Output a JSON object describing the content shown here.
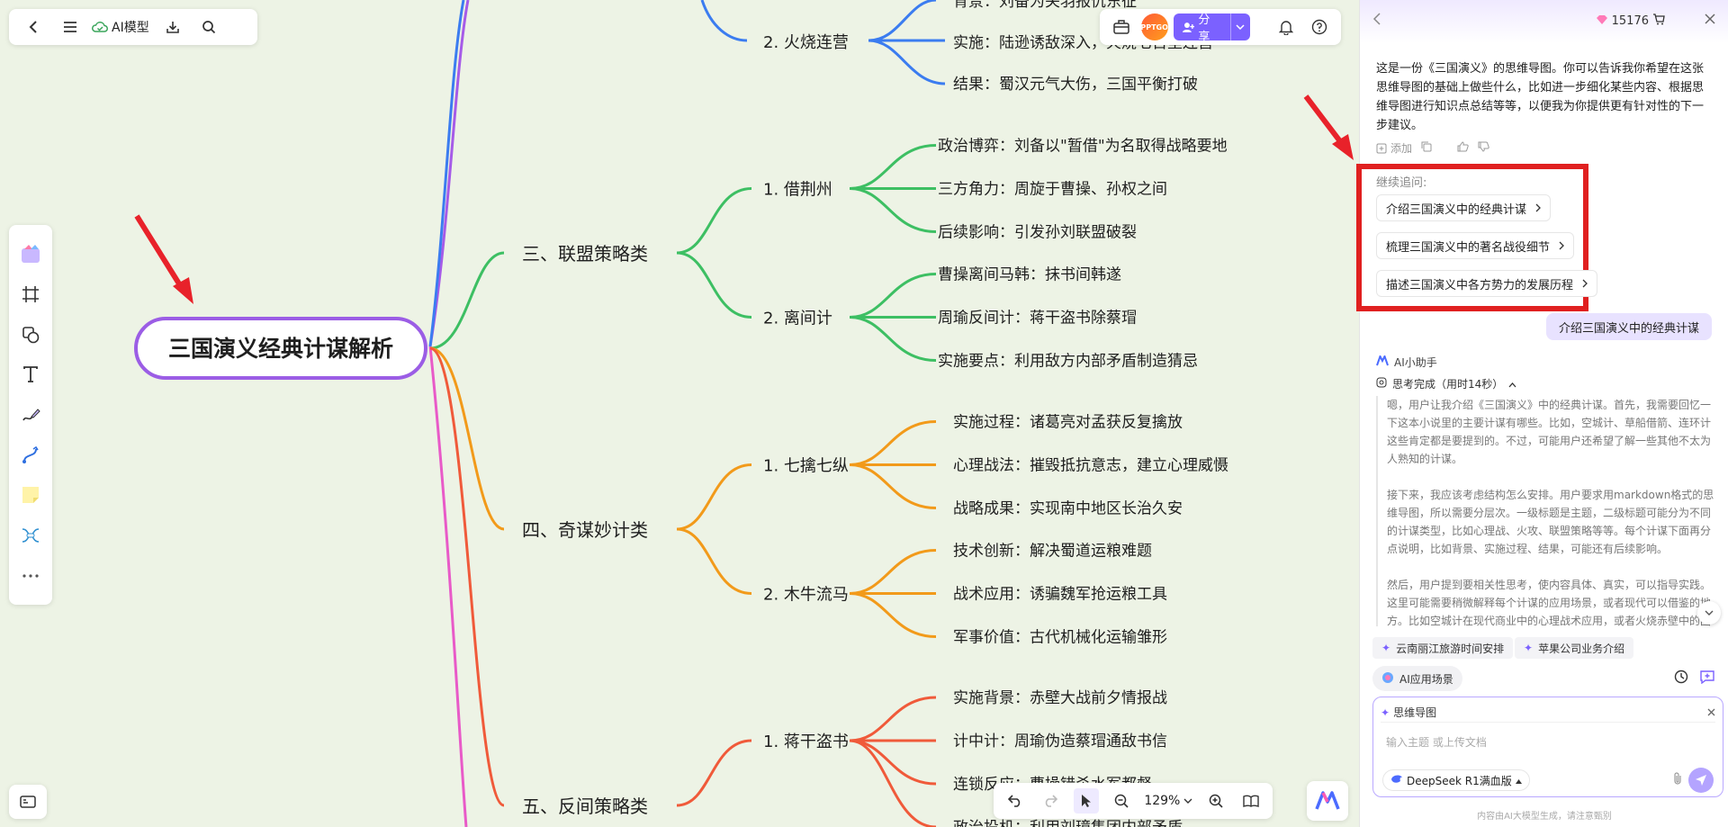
{
  "topbar": {
    "model_label": "AI模型"
  },
  "header_right": {
    "avatar_text": "PPTGO",
    "share_label": "分享"
  },
  "mindmap": {
    "root": "三国演义经典计谋解析",
    "top_nodes": [
      {
        "label": "2. 火烧连营",
        "leaves": [
          "背景：刘备为关羽报仇东征",
          "实施：陆逊诱敌深入，火烧七百里连营",
          "结果：蜀汉元气大伤，三国平衡打破"
        ]
      }
    ],
    "branches": [
      {
        "label": "三、联盟策略类",
        "color": "#3dbf63",
        "subs": [
          {
            "label": "1. 借荆州",
            "leaves": [
              "政治博弈：刘备以\"暂借\"为名取得战略要地",
              "三方角力：周旋于曹操、孙权之间",
              "后续影响：引发孙刘联盟破裂"
            ]
          },
          {
            "label": "2. 离间计",
            "leaves": [
              "曹操离间马韩：抹书间韩遂",
              "周瑜反间计：蒋干盗书除蔡瑁",
              "实施要点：利用敌方内部矛盾制造猜忌"
            ]
          }
        ]
      },
      {
        "label": "四、奇谋妙计类",
        "color": "#f29a1a",
        "subs": [
          {
            "label": "1. 七擒七纵",
            "leaves": [
              "实施过程：诸葛亮对孟获反复擒放",
              "心理战法：摧毁抵抗意志，建立心理威慑",
              "战略成果：实现南中地区长治久安"
            ]
          },
          {
            "label": "2. 木牛流马",
            "leaves": [
              "技术创新：解决蜀道运粮难题",
              "战术应用：诱骗魏军抢运粮工具",
              "军事价值：古代机械化运输雏形"
            ]
          }
        ]
      },
      {
        "label": "五、反间策略类",
        "color": "#f05a3a",
        "subs": [
          {
            "label": "1. 蒋干盗书",
            "leaves": [
              "实施背景：赤壁大战前夕情报战",
              "计中计：周瑜伪造蔡瑁通敌书信",
              "连锁反应：曹操错杀水军都督",
              "政治投机：利用刘璋集团内部矛盾"
            ]
          }
        ]
      }
    ]
  },
  "bottombar": {
    "zoom": "129%"
  },
  "panel": {
    "credits": "15176",
    "intro": "这是一份《三国演义》的思维导图。你可以告诉我你希望在这张思维导图的基础上做些什么，比如进一步细化某些内容、根据思维导图进行知识点总结等等，以便我为你提供更有针对性的下一步建议。",
    "add_label": "添加",
    "followup_title": "继续追问:",
    "followups": [
      "介绍三国演义中的经典计谋",
      "梳理三国演义中的著名战役细节",
      "描述三国演义中各方势力的发展历程"
    ],
    "user_message": "介绍三国演义中的经典计谋",
    "assistant_name": "AI小助手",
    "think_status": "思考完成（用时14秒）",
    "think_paragraphs": [
      "嗯，用户让我介绍《三国演义》中的经典计谋。首先，我需要回忆一下这本小说里的主要计谋有哪些。比如，空城计、草船借箭、连环计这些肯定都是要提到的。不过，可能用户还希望了解一些其他不太为人熟知的计谋。",
      "接下来，我应该考虑结构怎么安排。用户要求用markdown格式的思维导图，所以需要分层次。一级标题是主题，二级标题可能分为不同的计谋类型，比如心理战、火攻、联盟策略等等。每个计谋下面再分点说明，比如背景、实施过程、结果，可能还有后续影响。",
      "然后，用户提到要相关性思考，使内容具体、真实，可以指导实践。这里可能需要稍微解释每个计谋的应用场景，或者现代可以借鉴的地方。比如空城计在现代商业中的心理战术应用，或者火烧赤壁中的团"
    ],
    "suggestions": [
      "云南丽江旅游时间安排",
      "苹果公司业务介绍"
    ],
    "scene_label": "AI应用场景",
    "mode_tag": "思维导图",
    "input_placeholder": "输入主题 或上传文档",
    "model_name": "DeepSeek R1满血版",
    "disclaimer": "内容由AI大模型生成，请注意甄别"
  }
}
